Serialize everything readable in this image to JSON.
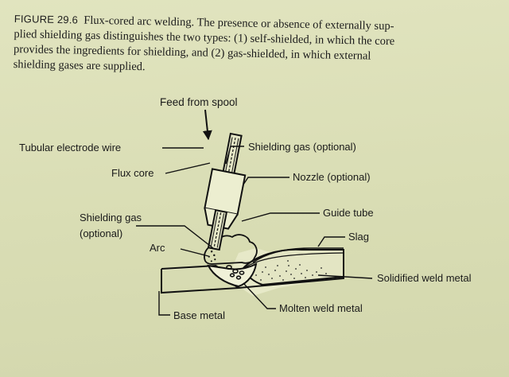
{
  "caption": {
    "figure_number": "FIGURE 29.6",
    "line1_rest": "Flux-cored arc welding. The presence or absence of externally sup-",
    "line2": "plied shielding gas distinguishes the two types: (1) self-shielded, in which the core",
    "line3": "provides the ingredients for shielding, and (2) gas-shielded, in which external",
    "line4": "shielding gases are supplied."
  },
  "diagram": {
    "feed_label": "Feed from spool",
    "labels": {
      "tubular_electrode_wire": "Tubular electrode wire",
      "shielding_gas_optional_top": "Shielding gas (optional)",
      "flux_core": "Flux core",
      "nozzle_optional": "Nozzle (optional)",
      "guide_tube": "Guide tube",
      "shielding_gas_left_line1": "Shielding gas",
      "shielding_gas_left_line2": "(optional)",
      "slag": "Slag",
      "arc": "Arc",
      "solidified_weld_metal": "Solidified weld metal",
      "base_metal": "Base metal",
      "molten_weld_metal": "Molten weld metal"
    }
  }
}
